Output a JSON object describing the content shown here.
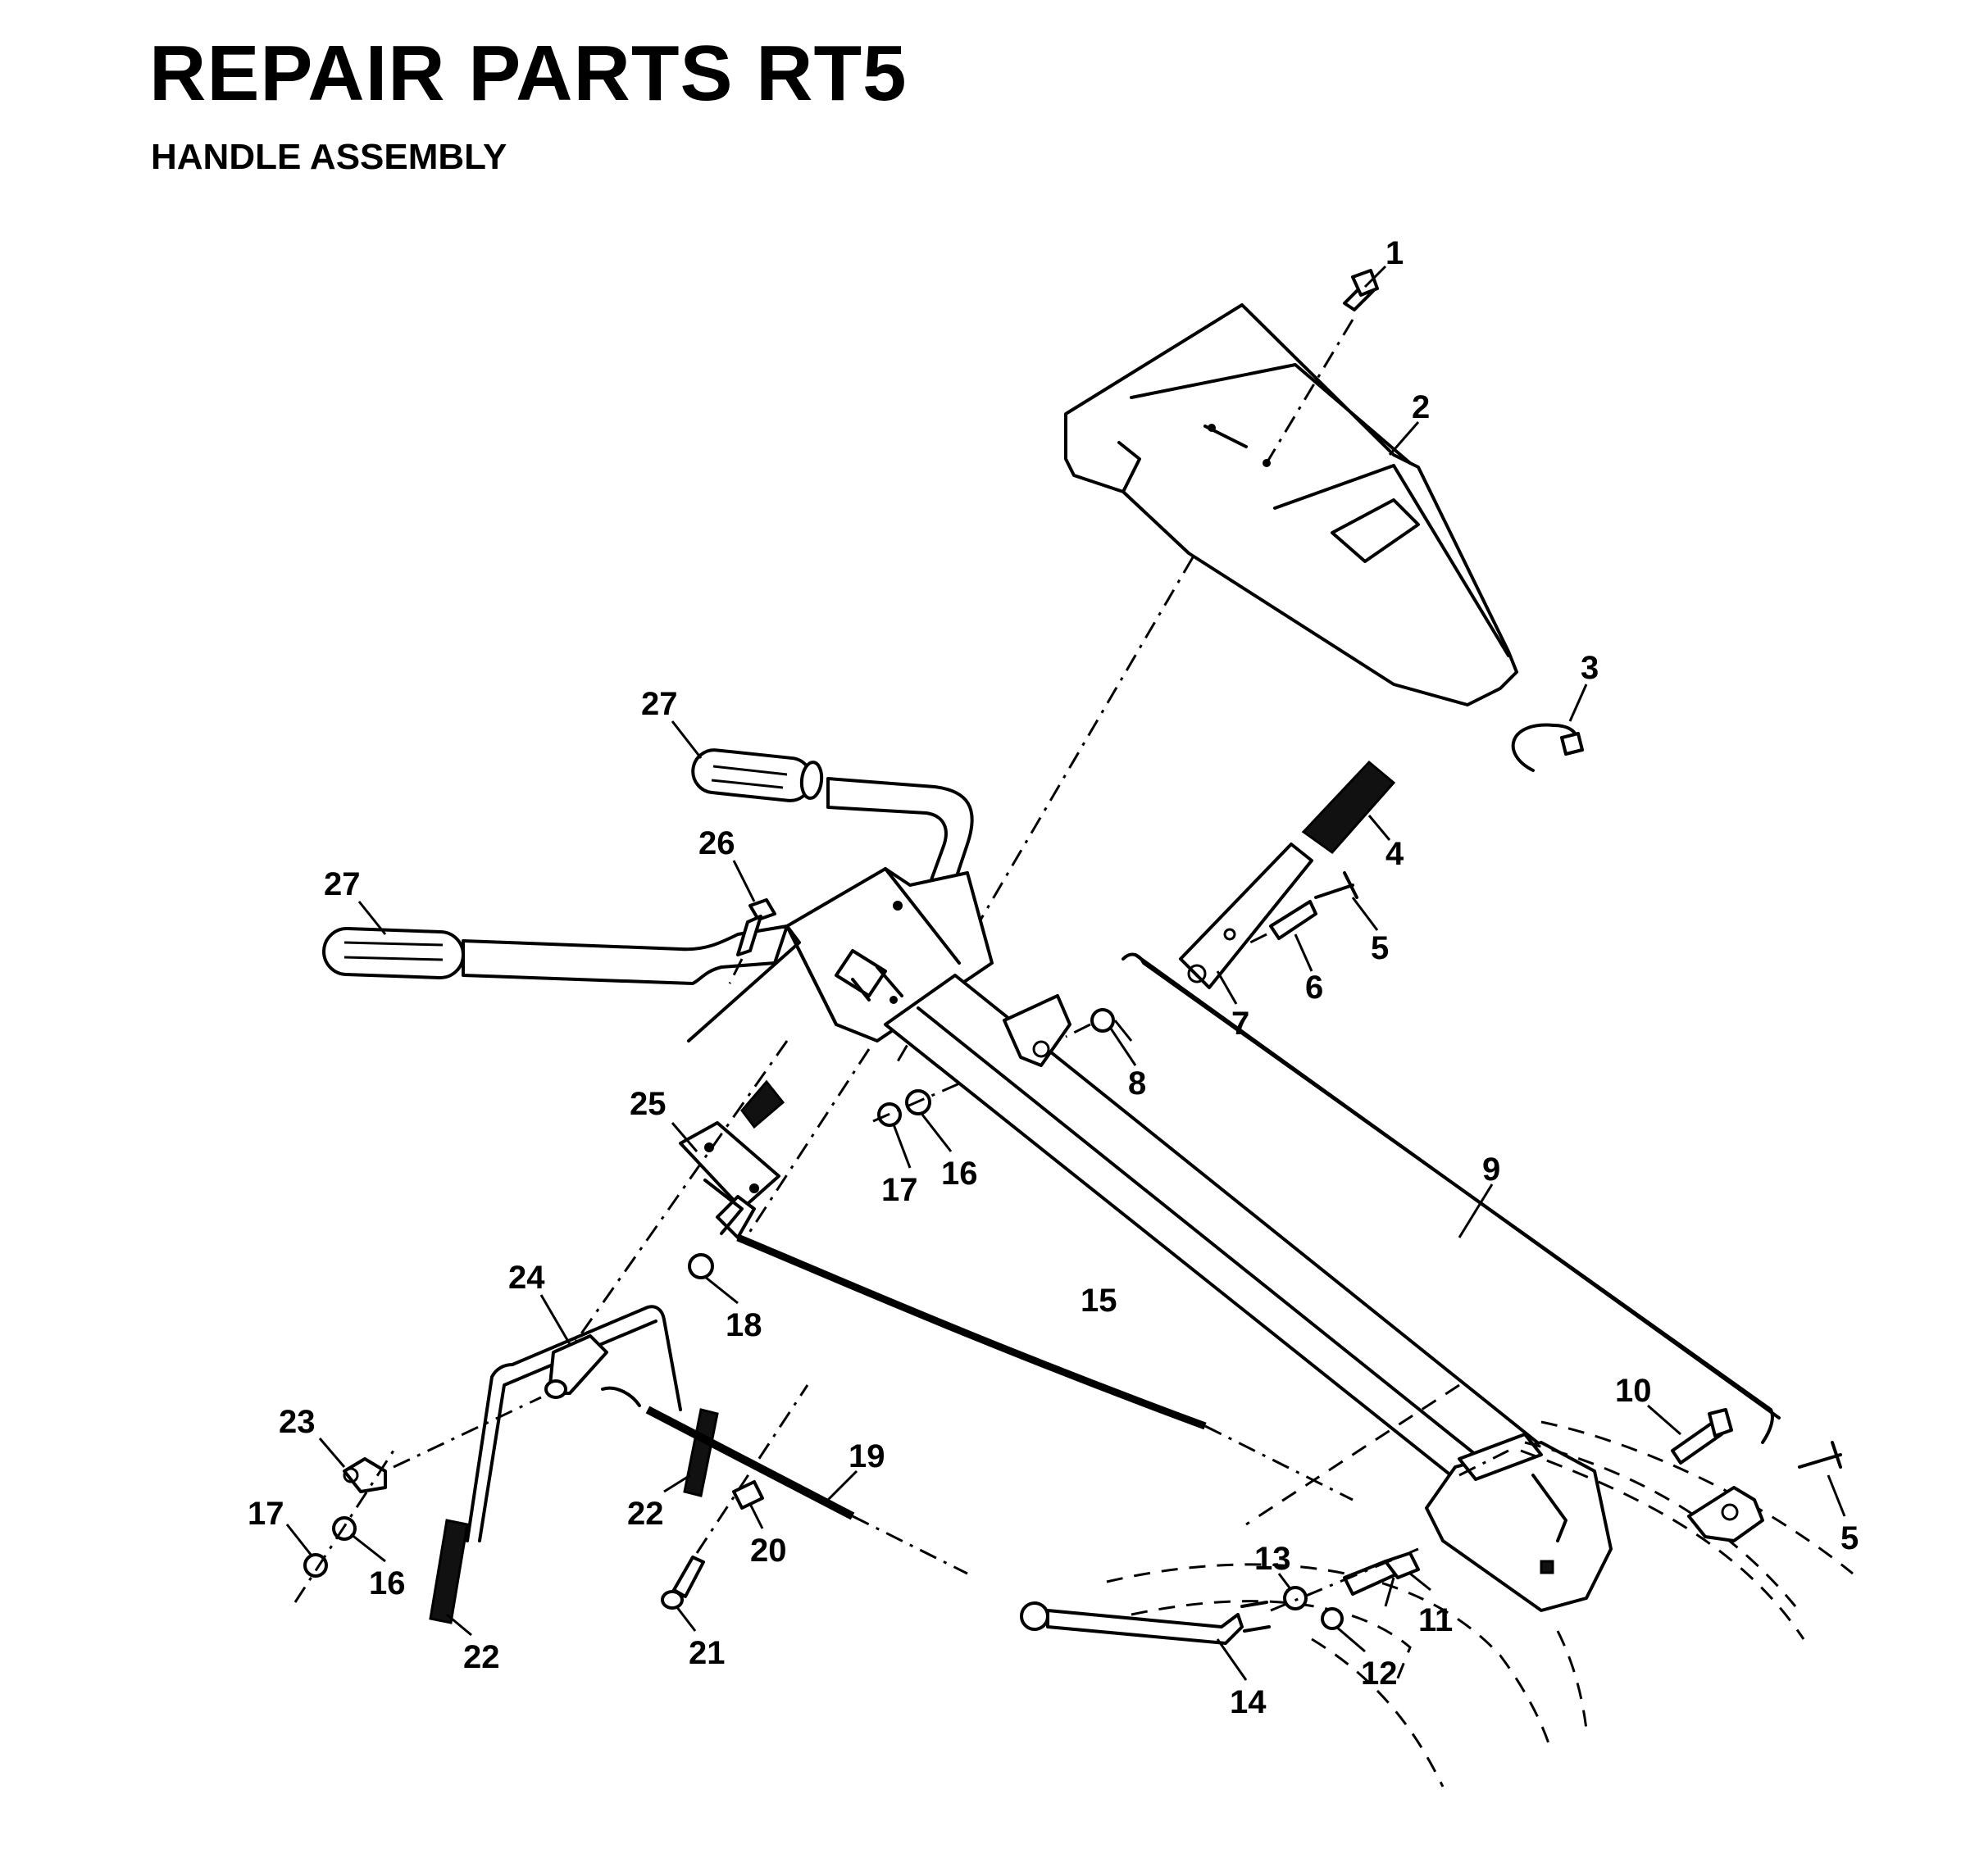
{
  "header": {
    "title": "REPAIR PARTS RT5",
    "subtitle": "HANDLE ASSEMBLY"
  },
  "callouts": {
    "c1": "1",
    "c2": "2",
    "c3": "3",
    "c4": "4",
    "c5a": "5",
    "c5b": "5",
    "c6": "6",
    "c7": "7",
    "c8": "8",
    "c9": "9",
    "c10": "10",
    "c11": "11",
    "c12": "12",
    "c13": "13",
    "c14": "14",
    "c15": "15",
    "c16a": "16",
    "c16b": "16",
    "c17a": "17",
    "c17b": "17",
    "c18": "18",
    "c19": "19",
    "c20": "20",
    "c21": "21",
    "c22a": "22",
    "c22b": "22",
    "c23": "23",
    "c24": "24",
    "c25": "25",
    "c26": "26",
    "c27a": "27",
    "c27b": "27"
  }
}
